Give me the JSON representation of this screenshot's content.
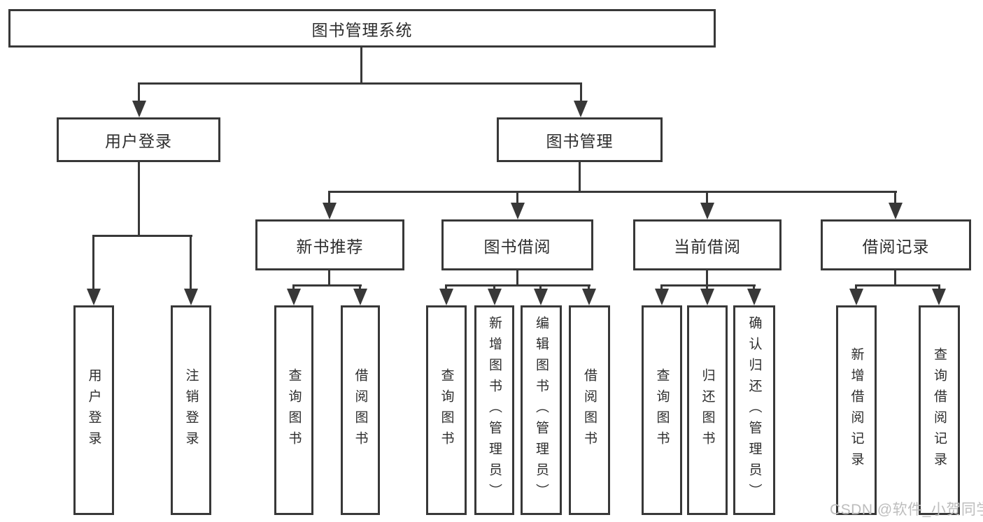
{
  "diagram": {
    "root": {
      "label": "图书管理系统"
    },
    "level2": [
      {
        "label": "用户登录"
      },
      {
        "label": "图书管理"
      }
    ],
    "level3": [
      {
        "label": "新书推荐"
      },
      {
        "label": "图书借阅"
      },
      {
        "label": "当前借阅"
      },
      {
        "label": "借阅记录"
      }
    ],
    "leaves": {
      "login": [
        {
          "label": "用户登录"
        },
        {
          "label": "注销登录"
        }
      ],
      "recommend": [
        {
          "label": "查询图书"
        },
        {
          "label": "借阅图书"
        }
      ],
      "borrow": [
        {
          "label": "查询图书"
        },
        {
          "label": "新增图书（管理员）"
        },
        {
          "label": "编辑图书（管理员）"
        },
        {
          "label": "借阅图书"
        }
      ],
      "current": [
        {
          "label": "查询图书"
        },
        {
          "label": "归还图书"
        },
        {
          "label": "确认归还（管理员）"
        }
      ],
      "records": [
        {
          "label": "新增借阅记录"
        },
        {
          "label": "查询借阅记录"
        }
      ]
    }
  },
  "watermark": {
    "text": "CSDN @软件_小贺同学"
  },
  "colors": {
    "line": "#383838",
    "text": "#2d2d2d",
    "watermark_text": "#bdbdbd",
    "background": "#ffffff"
  }
}
